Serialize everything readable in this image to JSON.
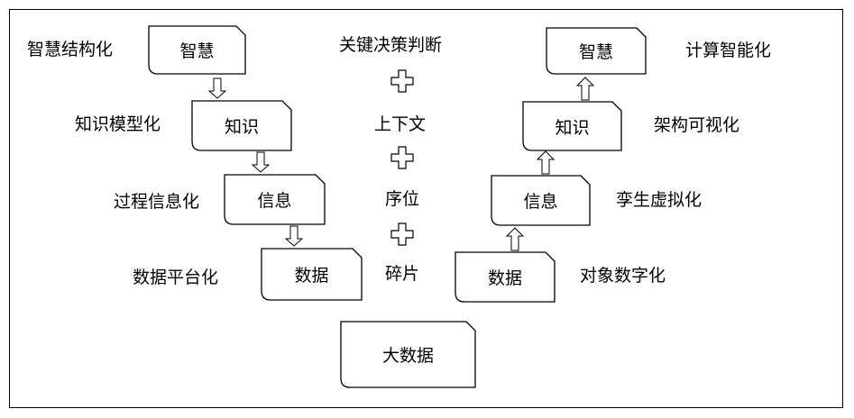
{
  "left_column": {
    "boxes": {
      "wisdom": "智慧",
      "knowledge": "知识",
      "information": "信息",
      "data": "数据"
    },
    "labels": {
      "wisdom": "智慧结构化",
      "knowledge": "知识模型化",
      "information": "过程信息化",
      "data": "数据平台化"
    }
  },
  "center_column": {
    "items": [
      "关键决策判断",
      "上下文",
      "序位",
      "碎片"
    ],
    "base_box": "大数据"
  },
  "right_column": {
    "boxes": {
      "wisdom": "智慧",
      "knowledge": "知识",
      "information": "信息",
      "data": "数据"
    },
    "labels": {
      "wisdom": "计算智能化",
      "knowledge": "架构可视化",
      "information": "孪生虚拟化",
      "data": "对象数字化"
    }
  }
}
